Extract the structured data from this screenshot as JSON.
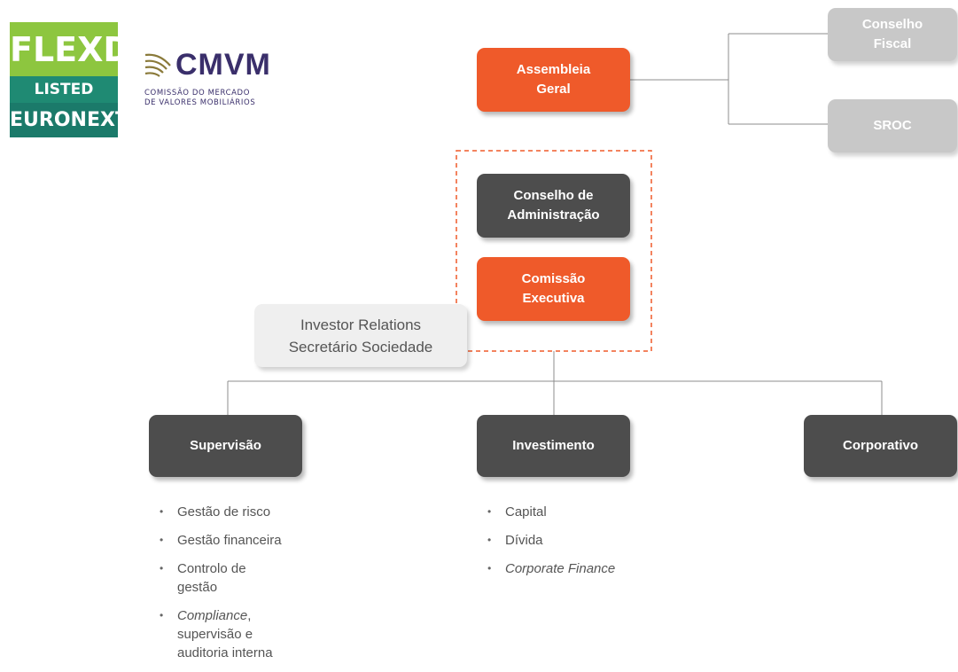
{
  "logos": {
    "flexd": {
      "line1": "FLEXD",
      "line2": "LISTED",
      "line3": "EURONEXT"
    },
    "cmvm": {
      "wordmark": "CMVM",
      "subtitle": "COMISSÃO DO MERCADO\nDE VALORES MOBILIÁRIOS"
    }
  },
  "nodes": {
    "assembleia": "Assembleia\nGeral",
    "conselho_fiscal": "Conselho\nFiscal",
    "sroc": "SROC",
    "conselho_admin": "Conselho de\nAdministração",
    "comissao_exec": "Comissão\nExecutiva",
    "investor_relations": "Investor Relations\nSecretário Sociedade",
    "supervisao": "Supervisão",
    "investimento": "Investimento",
    "corporativo": "Corporativo"
  },
  "supervisao_items": [
    {
      "text": "Gestão de risco"
    },
    {
      "text": "Gestão financeira"
    },
    {
      "text": "Controlo de\ngestão"
    },
    {
      "italic": "Compliance",
      "rest": ",\nsupervisão e\nauditoria interna"
    }
  ],
  "investimento_items": [
    {
      "text": "Capital"
    },
    {
      "text": "Dívida"
    },
    {
      "text": "Corporate Finance",
      "italic_all": true
    }
  ],
  "colors": {
    "orange": "#ef5a2a",
    "dark": "#4d4d4d",
    "grey": "#c8c8c8",
    "light": "#efefef",
    "line": "#8c8c8c"
  }
}
